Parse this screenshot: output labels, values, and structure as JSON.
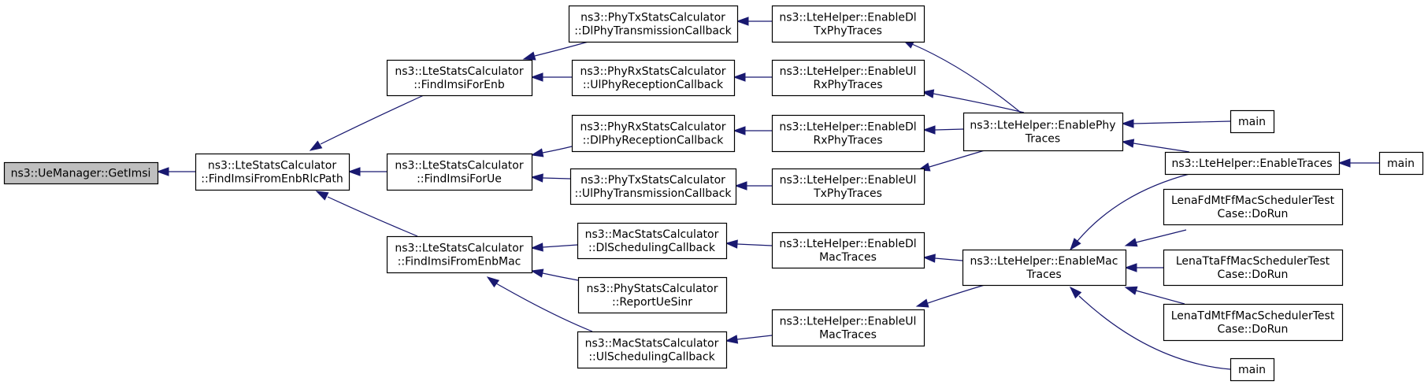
{
  "graph": {
    "nodes": [
      {
        "id": "getimsi",
        "label": [
          "ns3::UeManager::GetImsi"
        ],
        "root": true
      },
      {
        "id": "fromrlc",
        "label": [
          "ns3::LteStatsCalculator",
          "::FindImsiFromEnbRlcPath"
        ]
      },
      {
        "id": "forenb",
        "label": [
          "ns3::LteStatsCalculator",
          "::FindImsiForEnb"
        ]
      },
      {
        "id": "forue",
        "label": [
          "ns3::LteStatsCalculator",
          "::FindImsiForUe"
        ]
      },
      {
        "id": "fromenbmac",
        "label": [
          "ns3::LteStatsCalculator",
          "::FindImsiFromEnbMac"
        ]
      },
      {
        "id": "phytxdl",
        "label": [
          "ns3::PhyTxStatsCalculator",
          "::DlPhyTransmissionCallback"
        ]
      },
      {
        "id": "phyrxul",
        "label": [
          "ns3::PhyRxStatsCalculator",
          "::UlPhyReceptionCallback"
        ]
      },
      {
        "id": "phyrxdl",
        "label": [
          "ns3::PhyRxStatsCalculator",
          "::DlPhyReceptionCallback"
        ]
      },
      {
        "id": "phytxul",
        "label": [
          "ns3::PhyTxStatsCalculator",
          "::UlPhyTransmissionCallback"
        ]
      },
      {
        "id": "macdl",
        "label": [
          "ns3::MacStatsCalculator",
          "::DlSchedulingCallback"
        ]
      },
      {
        "id": "physinr",
        "label": [
          "ns3::PhyStatsCalculator",
          "::ReportUeSinr"
        ]
      },
      {
        "id": "macul",
        "label": [
          "ns3::MacStatsCalculator",
          "::UlSchedulingCallback"
        ]
      },
      {
        "id": "endltx",
        "label": [
          "ns3::LteHelper::EnableDl",
          "TxPhyTraces"
        ]
      },
      {
        "id": "enulrx",
        "label": [
          "ns3::LteHelper::EnableUl",
          "RxPhyTraces"
        ]
      },
      {
        "id": "endlrx",
        "label": [
          "ns3::LteHelper::EnableDl",
          "RxPhyTraces"
        ]
      },
      {
        "id": "enultx",
        "label": [
          "ns3::LteHelper::EnableUl",
          "TxPhyTraces"
        ]
      },
      {
        "id": "endlmac",
        "label": [
          "ns3::LteHelper::EnableDl",
          "MacTraces"
        ]
      },
      {
        "id": "enulmac",
        "label": [
          "ns3::LteHelper::EnableUl",
          "MacTraces"
        ]
      },
      {
        "id": "enphy",
        "label": [
          "ns3::LteHelper::EnablePhy",
          "Traces"
        ]
      },
      {
        "id": "enmac",
        "label": [
          "ns3::LteHelper::EnableMac",
          "Traces"
        ]
      },
      {
        "id": "main1",
        "label": [
          "main"
        ]
      },
      {
        "id": "entraces",
        "label": [
          "ns3::LteHelper::EnableTraces"
        ]
      },
      {
        "id": "main2",
        "label": [
          "main"
        ]
      },
      {
        "id": "lenafd",
        "label": [
          "LenaFdMtFfMacSchedulerTest",
          "Case::DoRun"
        ]
      },
      {
        "id": "lenatta",
        "label": [
          "LenaTtaFfMacSchedulerTest",
          "Case::DoRun"
        ]
      },
      {
        "id": "lenatd",
        "label": [
          "LenaTdMtFfMacSchedulerTest",
          "Case::DoRun"
        ]
      },
      {
        "id": "main3",
        "label": [
          "main"
        ]
      }
    ],
    "edges": [
      {
        "from": "fromrlc",
        "to": "getimsi"
      },
      {
        "from": "forenb",
        "to": "fromrlc"
      },
      {
        "from": "forue",
        "to": "fromrlc"
      },
      {
        "from": "fromenbmac",
        "to": "fromrlc"
      },
      {
        "from": "phytxdl",
        "to": "forenb"
      },
      {
        "from": "phyrxul",
        "to": "forenb"
      },
      {
        "from": "phyrxdl",
        "to": "forue"
      },
      {
        "from": "phytxul",
        "to": "forue"
      },
      {
        "from": "macdl",
        "to": "fromenbmac"
      },
      {
        "from": "physinr",
        "to": "fromenbmac"
      },
      {
        "from": "macul",
        "to": "fromenbmac"
      },
      {
        "from": "endltx",
        "to": "phytxdl"
      },
      {
        "from": "enulrx",
        "to": "phyrxul"
      },
      {
        "from": "endlrx",
        "to": "phyrxdl"
      },
      {
        "from": "enultx",
        "to": "phytxul"
      },
      {
        "from": "endlmac",
        "to": "macdl"
      },
      {
        "from": "enulmac",
        "to": "macul"
      },
      {
        "from": "enphy",
        "to": "endltx"
      },
      {
        "from": "enphy",
        "to": "enulrx"
      },
      {
        "from": "enphy",
        "to": "endlrx"
      },
      {
        "from": "enphy",
        "to": "enultx"
      },
      {
        "from": "enmac",
        "to": "endlmac"
      },
      {
        "from": "enmac",
        "to": "enulmac"
      },
      {
        "from": "main1",
        "to": "enphy"
      },
      {
        "from": "entraces",
        "to": "enphy"
      },
      {
        "from": "entraces",
        "to": "enmac"
      },
      {
        "from": "lenafd",
        "to": "enmac"
      },
      {
        "from": "lenatta",
        "to": "enmac"
      },
      {
        "from": "lenatd",
        "to": "enmac"
      },
      {
        "from": "main3",
        "to": "enmac"
      },
      {
        "from": "main2",
        "to": "entraces"
      }
    ]
  }
}
